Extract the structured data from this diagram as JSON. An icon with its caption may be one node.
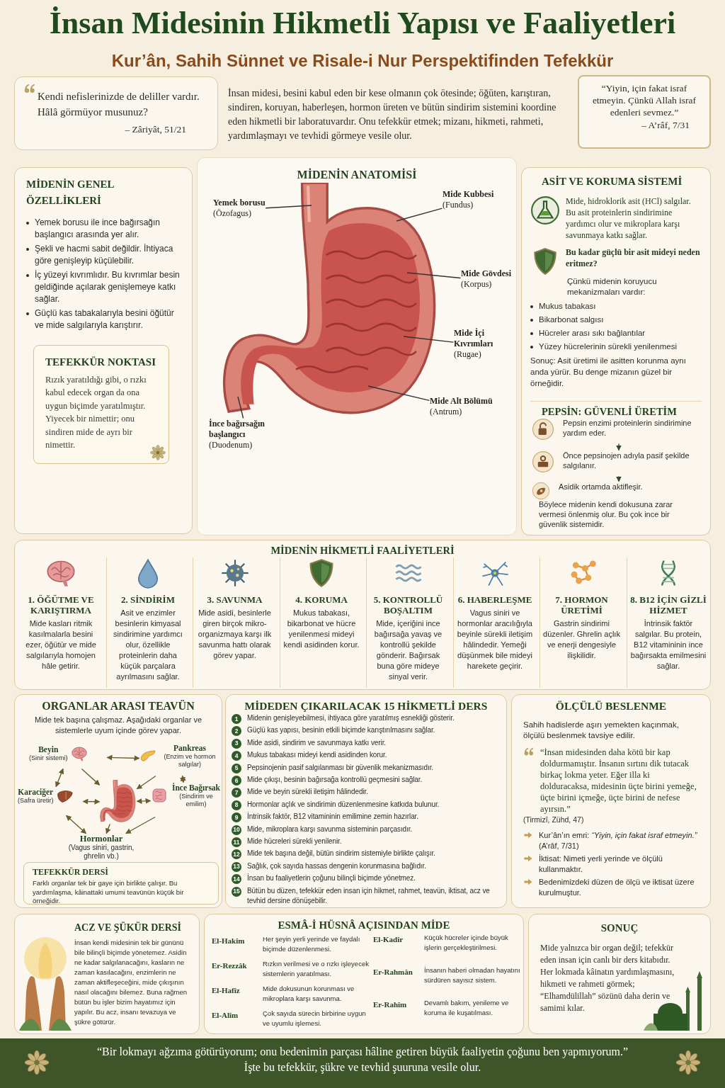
{
  "diagram": {
    "title": "İnsan Midesinin Hikmetli Yapısı ve Faaliyetleri",
    "nodes": [
      {
        "text": [
          "Kendi nefislerinizde de deliller vardır. Hâlâ görmüyor musunuz?",
          "– Zâriyât, 51/21"
        ]
      },
      {
        "text": [
          "“Yiyin, için fakat israf etmeyin. Çünkü Allah israf edenleri sevmez.”",
          "– A’râf, 7/31"
        ]
      },
      {
        "text": [
          "MİDENİN GENEL ÖZELLİKLERİ",
          "Yemek borusu ile ince bağırsağın başlangıcı arasında yer alır.",
          "Şekli ve hacmi sabit değildir. İhtiyaca göre genişleyip küçülebilir.",
          "İç yüzeyi kıvrımlıdır. Bu kıvrımlar besin geldiğinde açılarak genişlemeye katkı sağlar.",
          "Güçlü kas tabakalarıyla besini öğütür ve mide salgılarıyla karıştırır."
        ]
      },
      {
        "text": [
          "TEFEKKÜR NOKTASI",
          "Rızık yaratıldığı gibi, o rızkı kabul edecek organ da ona uygun biçimde yaratılmıştır. Yiyecek bir nimettir; onu sindiren mide de ayrı bir nimettir."
        ],
        "in": 2
      },
      {
        "text": [
          "MİDENİN ANATOMİSİ"
        ]
      },
      {
        "text": [
          "Yemek borusu",
          "(Özofagus)"
        ],
        "in": 4
      },
      {
        "text": [
          "Mide Kubbesi",
          "(Fundus)"
        ],
        "in": 4
      },
      {
        "text": [
          "Mide Gövdesi",
          "(Korpus)"
        ],
        "in": 4
      },
      {
        "text": [
          "Mide İçi Kıvrımları",
          "(Rugae)"
        ],
        "in": 4
      },
      {
        "text": [
          "Mide Alt Bölümü",
          "(Antrum)"
        ],
        "in": 4
      },
      {
        "text": [
          "İnce bağırsağın başlangıcı",
          "(Duodenum)"
        ],
        "in": 4
      },
      {
        "text": [
          "ASİT VE KORUMA SİSTEMİ",
          "Mide, hidroklorik asit (HCl) salgılar. Bu asit proteinlerin sindirimine yardımcı olur ve mikroplara karşı savunmaya katkı sağlar.",
          "Bu kadar güçlü bir asit mideyi neden eritmez?",
          "Çünkü midenin koruyucu mekanizmaları vardır:",
          "Mukus tabakası",
          "Bikarbonat salgısı",
          "Hücreler arası sıkı bağlantılar",
          "Yüzey hücrelerinin sürekli yenilenmesi",
          "Sonuç: Asit üretimi ile asitten korunma aynı anda yürür. Bu denge mizanın güzel bir örneğidir."
        ]
      },
      {
        "text": [
          "PEPSİN: GÜVENLİ ÜRETİM",
          "Böylece midenin kendi dokusuna zarar vermesi önlenmiş olur. Bu çok ince bir güvenlik sistemidir."
        ]
      },
      {
        "text": [
          "Pepsin enzimi proteinlerin sindirimine yardım eder."
        ],
        "in": 12
      },
      {
        "text": [
          "Önce pepsinojen adıyla pasif şekilde salgılanır."
        ],
        "in": 12
      },
      {
        "text": [
          "Asidik ortamda aktifleşir."
        ],
        "in": 12
      },
      {
        "text": [
          "MİDENİN HİKMETLİ FAALİYETLERİ"
        ]
      },
      {
        "text": [
          "1. ÖĞÜTME VE KARIŞTIRMA",
          "Mide kasları ritmik kasılmalarla besini ezer, öğütür ve mide salgılarıyla homojen hâle getirir."
        ],
        "in": 16
      },
      {
        "text": [
          "2. SİNDİRİM",
          "Asit ve enzimler besinlerin kimyasal sindirimine yardımcı olur, özellikle proteinlerin daha küçük parçalara ayrılmasını sağlar."
        ],
        "in": 16
      },
      {
        "text": [
          "3. SAVUNMA",
          "Mide asidi, besinlerle giren birçok mikro-organizmaya karşı ilk savunma hattı olarak görev yapar."
        ],
        "in": 16
      },
      {
        "text": [
          "4. KORUMA",
          "Mukus tabakası, bikarbonat ve hücre yenilenmesi mideyi kendi asidinden korur."
        ],
        "in": 16
      },
      {
        "text": [
          "5. KONTROLLÜ BOŞALTIM",
          "Mide, içeriğini ince bağırsağa yavaş ve kontrollü şekilde gönderir. Bağırsak buna göre mideye sinyal verir."
        ],
        "in": 16
      },
      {
        "text": [
          "6. HABERLEŞME",
          "Vagus siniri ve hormonlar aracılığıyla beyinle sürekli iletişim hâlindedir. Yemeği düşünmek bile mideyi harekete geçirir."
        ],
        "in": 16
      },
      {
        "text": [
          "7. HORMON ÜRETİMİ",
          "Gastrin sindirimi düzenler. Ghrelin açlık ve enerji dengesiyle ilişkilidir."
        ],
        "in": 16
      },
      {
        "text": [
          "8. B12 İÇİN GİZLİ HİZMET",
          "İntrinsik faktör salgılar. Bu protein, B12 vitamininin ince bağırsakta emilmesini sağlar."
        ],
        "in": 16
      },
      {
        "text": [
          "ORGANLAR ARASI TEAVÜN",
          "Mide tek başına çalışmaz.  Aşağıdaki organlar ve sistemlerle uyum içinde görev yapar."
        ]
      },
      {
        "text": [],
        "shape": "picture",
        "in": 25
      },
      {
        "text": [
          "Beyin",
          "(Sinir sistemi)"
        ],
        "in": 25
      },
      {
        "text": [
          "Pankreas",
          "(Enzim ve hormon salgılar)"
        ],
        "in": 25
      },
      {
        "text": [
          "Karaciğer",
          "(Safra üretir)"
        ],
        "in": 25
      },
      {
        "text": [
          "İnce Bağırsak",
          "(Sindirim ve emilim)"
        ],
        "in": 25
      },
      {
        "text": [
          "Hormonlar",
          "(Vagus siniri, gastrin, ghrelin vb.)"
        ],
        "in": 25
      },
      {
        "text": [
          "TEFEKKÜR DERSİ",
          "Farklı organlar tek bir gaye için birlikte çalışır. Bu yardımlaşma, kâinattaki umumi teavünün küçük bir örneğidir."
        ],
        "in": 25
      },
      {
        "text": [
          "MİDEDEN ÇIKARILACAK 15 HİKMETLİ DERS"
        ]
      },
      {
        "text": [
          "1",
          "Midenin genişleyebilmesi, ihtiyaca göre yaratılmış esnekliği gösterir."
        ],
        "in": 33
      },
      {
        "text": [
          "2",
          "Güçlü kas yapısı, besinin etkili biçimde karıştırılmasını sağlar."
        ],
        "in": 33
      },
      {
        "text": [
          "3",
          "Mide asidi, sindirim ve savunmaya katkı verir."
        ],
        "in": 33
      },
      {
        "text": [
          "4",
          "Mukus tabakası mideyi kendi asidinden korur."
        ],
        "in": 33
      },
      {
        "text": [
          "5",
          "Pepsinojenin pasif salgılanması bir güvenlik mekanizmasıdır."
        ],
        "in": 33
      },
      {
        "text": [
          "6",
          "Mide çıkışı, besinin bağırsağa kontrollü geçmesini sağlar."
        ],
        "in": 33
      },
      {
        "text": [
          "7",
          "Mide ve beyin sürekli iletişim hâlindedir."
        ],
        "in": 33
      },
      {
        "text": [
          "8",
          "Hormonlar açlık ve sindirimin düzenlenmesine katkıda bulunur."
        ],
        "in": 33
      },
      {
        "text": [
          "9",
          "İntrinsik faktör, B12 vitamininin emilimine zemin hazırlar."
        ],
        "in": 33
      },
      {
        "text": [
          "10",
          "Mide, mikroplara karşı savunma sisteminin parçasıdır."
        ],
        "in": 33
      },
      {
        "text": [
          "11",
          "Mide hücreleri sürekli yenilenir."
        ],
        "in": 33
      },
      {
        "text": [
          "12",
          "Mide tek başına değil, bütün sindirim sistemiyle birlikte çalışır."
        ],
        "in": 33
      },
      {
        "text": [
          "13",
          "Sağlık, çok sayıda hassas dengenin korunmasına bağlıdır."
        ],
        "in": 33
      },
      {
        "text": [
          "14",
          "İnsan bu faaliyetlerin çoğunu bilinçli biçimde yönetmez."
        ],
        "in": 33
      },
      {
        "text": [
          "15",
          "Bütün bu düzen, tefekkür eden insan için hikmet, rahmet, teavün, iktisat, acz ve tevhid dersine dönüşebilir."
        ],
        "in": 33
      },
      {
        "text": [
          "ÖLÇÜLÜ BESLENME",
          "Sahih hadislerde aşırı yemekten kaçınmak, ölçülü beslenmek tavsiye edilir.",
          "“İnsan midesinden daha kötü bir kap doldurmamıştır. İnsanın sırtını dik tutacak birkaç lokma yeter. Eğer illa ki dolduracaksa, midesinin üçte birini yemeğe, üçte birini içmeğe, üçte birini de nefese ayırsın.”",
          "(Tirmizî, Zühd, 47)",
          "Kur’ân’ın emri: *“Yiyin, için fakat israf etmeyin.”* (A’râf, 7/31)",
          "İktisat: Nimeti yerli yerinde ve ölçülü kullanmaktır.",
          "Bedenimizdeki düzen de ölçü ve iktisat üzere kurulmuştur."
        ]
      },
      {
        "text": [
          "ACZ VE ŞÜKÜR DERSİ",
          "İnsan kendi midesinin tek bir gününü bile bilinçli biçimde yönetemez. Asidin ne kadar salgılanacağını, kasların ne zaman kasılacağını, enzimlerin ne zaman aktifleşeceğini, mide çıkışının nasıl olacağını bilemez. Buna rağmen bütün bu işler bizim hayatımız için yapılır. Bu acz, insanı tevazuya ve şükre götürür."
        ]
      },
      {
        "text": [
          "ESMÂ-İ HÜSNÂ AÇISINDAN MİDE"
        ]
      },
      {
        "text": [
          "El-Hakîm",
          "Her şeyin yerli yerinde ve faydalı biçimde düzenlenmesi."
        ],
        "in": 51
      },
      {
        "text": [
          "Er-Rezzâk",
          "Rızkın verilmesi ve o rızkı işleyecek sistemlerin yaratılması."
        ],
        "in": 51
      },
      {
        "text": [
          "El-Hafîz",
          "Mide dokusunun korunması ve mikroplara karşı savunma."
        ],
        "in": 51
      },
      {
        "text": [
          "El-Alîm",
          "Çok sayıda sürecin birbirine uygun ve uyumlu işlemesi."
        ],
        "in": 51
      },
      {
        "text": [
          "El-Kadîr",
          "Küçük hücreler içinde büyük işlerin gerçekleştirilmesi."
        ],
        "in": 51
      },
      {
        "text": [
          "Er-Rahmân",
          "İnsanın haberi olmadan hayatını sürdüren sayısız sistem."
        ],
        "in": 51
      },
      {
        "text": [
          "Er-Rahîm",
          "Devamlı bakım, yenileme ve koruma ile kuşatılması."
        ],
        "in": 51
      },
      {
        "text": [
          "SONUÇ",
          "Mide yalnızca bir organ değil; tefekkür eden insan için canlı bir ders kitabıdır. Her lokmada kâinatın yardımlaşmasını, hikmeti ve rahmeti görmek; “Elhamdülillah” sözünü daha derin ve samimi kılar."
        ]
      },
      {
        "text": [
          "“Bir lokmayı ağzıma götürüyorum; onu bedenimin parçası hâline getiren büyük faaliyetin çoğunu ben yapmıyorum.”",
          "İşte bu tefekkür, şükre ve tevhid şuuruna vesile olur."
        ]
      }
    ],
    "edges": [
      {
        "from": 5,
        "to": null,
        "arrow": "none",
        "color": "#333333"
      },
      {
        "from": 6,
        "to": null,
        "arrow": "none",
        "color": "#333333"
      },
      {
        "from": 7,
        "to": null,
        "arrow": "none",
        "color": "#333333"
      },
      {
        "from": 8,
        "to": null,
        "arrow": "none",
        "color": "#333333"
      },
      {
        "from": 9,
        "to": null,
        "arrow": "none",
        "color": "#333333"
      },
      {
        "from": 10,
        "to": null,
        "arrow": "none",
        "color": "#333333"
      },
      {
        "from": 13,
        "to": 14,
        "arrow": "to",
        "color": "#2f4a2a"
      },
      {
        "from": 14,
        "to": 15,
        "arrow": "to",
        "color": "#2f4a2a"
      },
      {
        "from": 27,
        "to": 28,
        "arrow": "both"
      },
      {
        "from": 27,
        "to": 26,
        "arrow": "to"
      },
      {
        "from": 28,
        "to": 26,
        "arrow": "to"
      },
      {
        "from": 27,
        "to": 29,
        "arrow": "both"
      },
      {
        "from": 28,
        "to": 30,
        "arrow": "both"
      },
      {
        "from": 29,
        "to": 26,
        "arrow": "both"
      },
      {
        "from": 26,
        "to": 30,
        "arrow": "both"
      },
      {
        "from": 26,
        "to": 31,
        "arrow": "to"
      },
      {
        "from": 29,
        "to": 31,
        "arrow": "both"
      },
      {
        "from": 30,
        "to": 31,
        "arrow": "to"
      }
    ],
    "labels": [
      "Kur’ân, Sahih Sünnet ve Risale-i Nur Perspektifinden Tefekkür",
      "İnsan midesi, besini kabul eden bir kese olmanın çok ötesinde; öğüten, karıştıran, sindiren, koruyan, haberleşen, hormon üreten ve bütün sindirim sistemini koordine eden hikmetli bir laboratuvardır. Onu tefekkür etmek; mizanı, hikmeti, rahmeti, yardımlaşmayı ve tevhidi görmeye vesile olur."
    ]
  }
}
